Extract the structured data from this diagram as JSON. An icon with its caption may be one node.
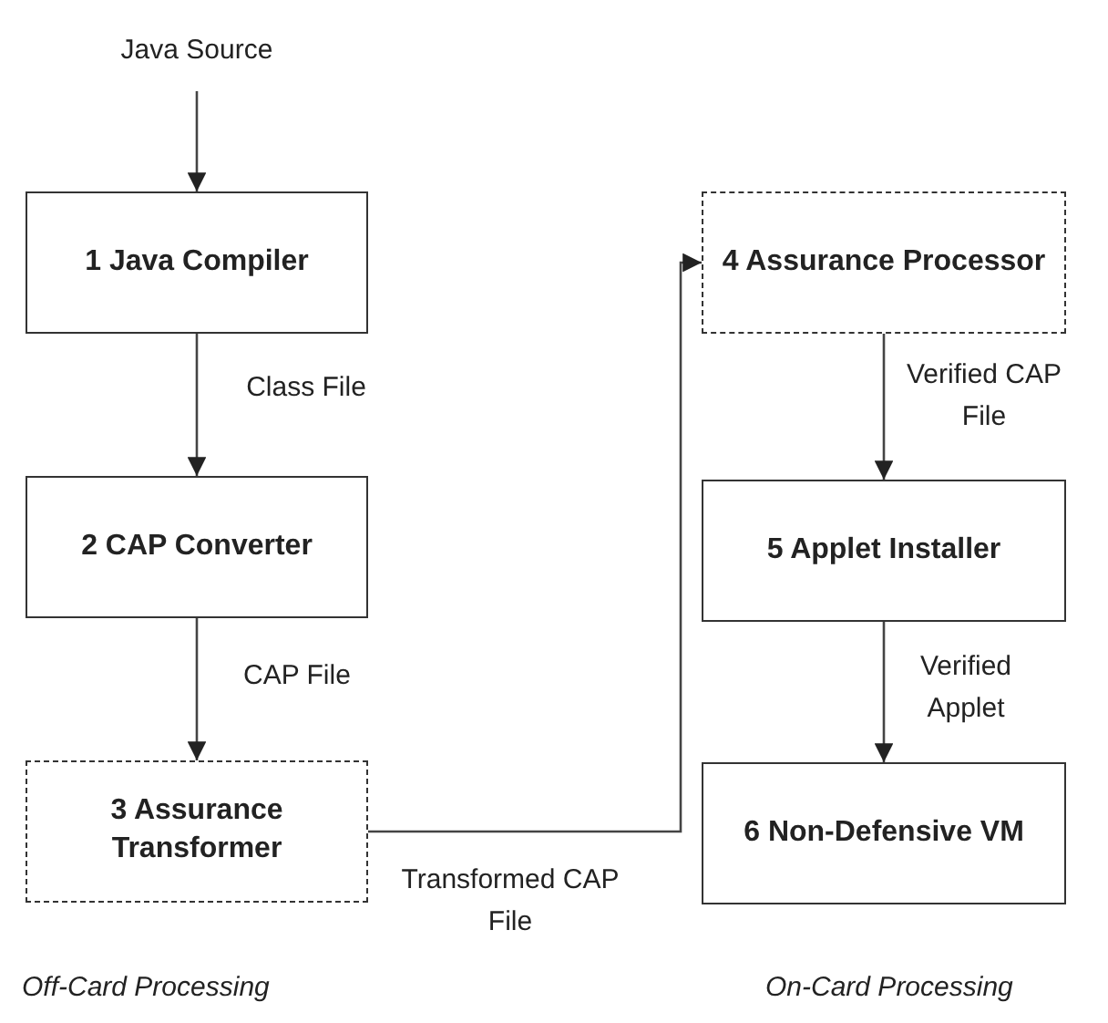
{
  "diagram": {
    "nodes": [
      {
        "text": [
          "Java Source"
        ]
      },
      {
        "text": [
          "1 Java Compiler"
        ]
      },
      {
        "text": [
          "2 CAP Converter"
        ]
      },
      {
        "text": [
          "3 Assurance Transformer"
        ]
      },
      {
        "text": [
          "4 Assurance Processor"
        ]
      },
      {
        "text": [
          "5 Applet Installer"
        ]
      },
      {
        "text": [
          "6 Non-Defensive VM"
        ]
      }
    ],
    "edges": [
      {
        "from": 0,
        "to": 1,
        "arrow": "to"
      },
      {
        "from": 1,
        "to": 2,
        "arrow": "to",
        "label": "Class File"
      },
      {
        "from": 2,
        "to": 3,
        "arrow": "to",
        "label": "CAP File"
      },
      {
        "from": 3,
        "to": 4,
        "arrow": "to",
        "label": "Transformed CAP File"
      },
      {
        "from": 4,
        "to": 5,
        "arrow": "to",
        "label": "Verified CAP File"
      },
      {
        "from": 5,
        "to": 6,
        "arrow": "to",
        "label": "Verified Applet"
      }
    ],
    "labels": [
      "Off-Card Processing",
      "On-Card Processing"
    ]
  }
}
